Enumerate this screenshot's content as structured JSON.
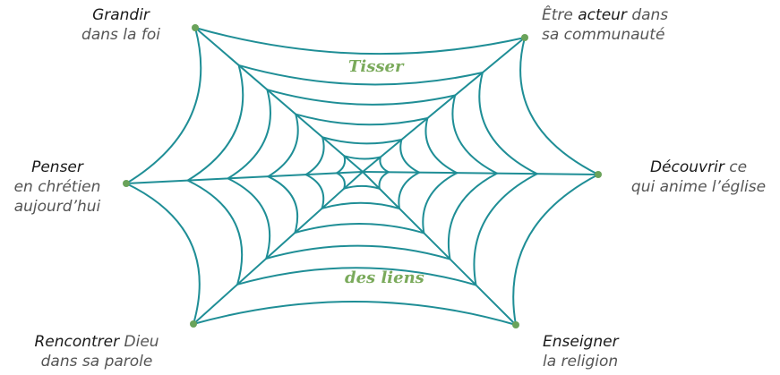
{
  "colors": {
    "web": "#1f8e96",
    "node": "#6aa35a",
    "script_text": "#7aaa5b",
    "text": "#2a2a2a"
  },
  "center_words": {
    "top": "Tisser",
    "bottom": "des liens"
  },
  "nodes": {
    "top_left": {
      "line1_a": "Grandir",
      "line2": "dans la foi"
    },
    "top_right": {
      "line1_a": "Être ",
      "line1_b": "acteur",
      "line1_c": " dans",
      "line2": "sa communauté"
    },
    "left": {
      "line1_a": "Penser",
      "line2": "en chrétien",
      "line3": "aujourd’hui"
    },
    "right": {
      "line1_a": "Découvrir",
      "line1_b": " ce",
      "line2": "qui anime l’église"
    },
    "bottom_left": {
      "line1_a": "Rencontrer",
      "line1_b": " Dieu",
      "line2": "dans sa parole"
    },
    "bottom_right": {
      "line1_a": "Enseigner",
      "line2": "la religion"
    }
  }
}
